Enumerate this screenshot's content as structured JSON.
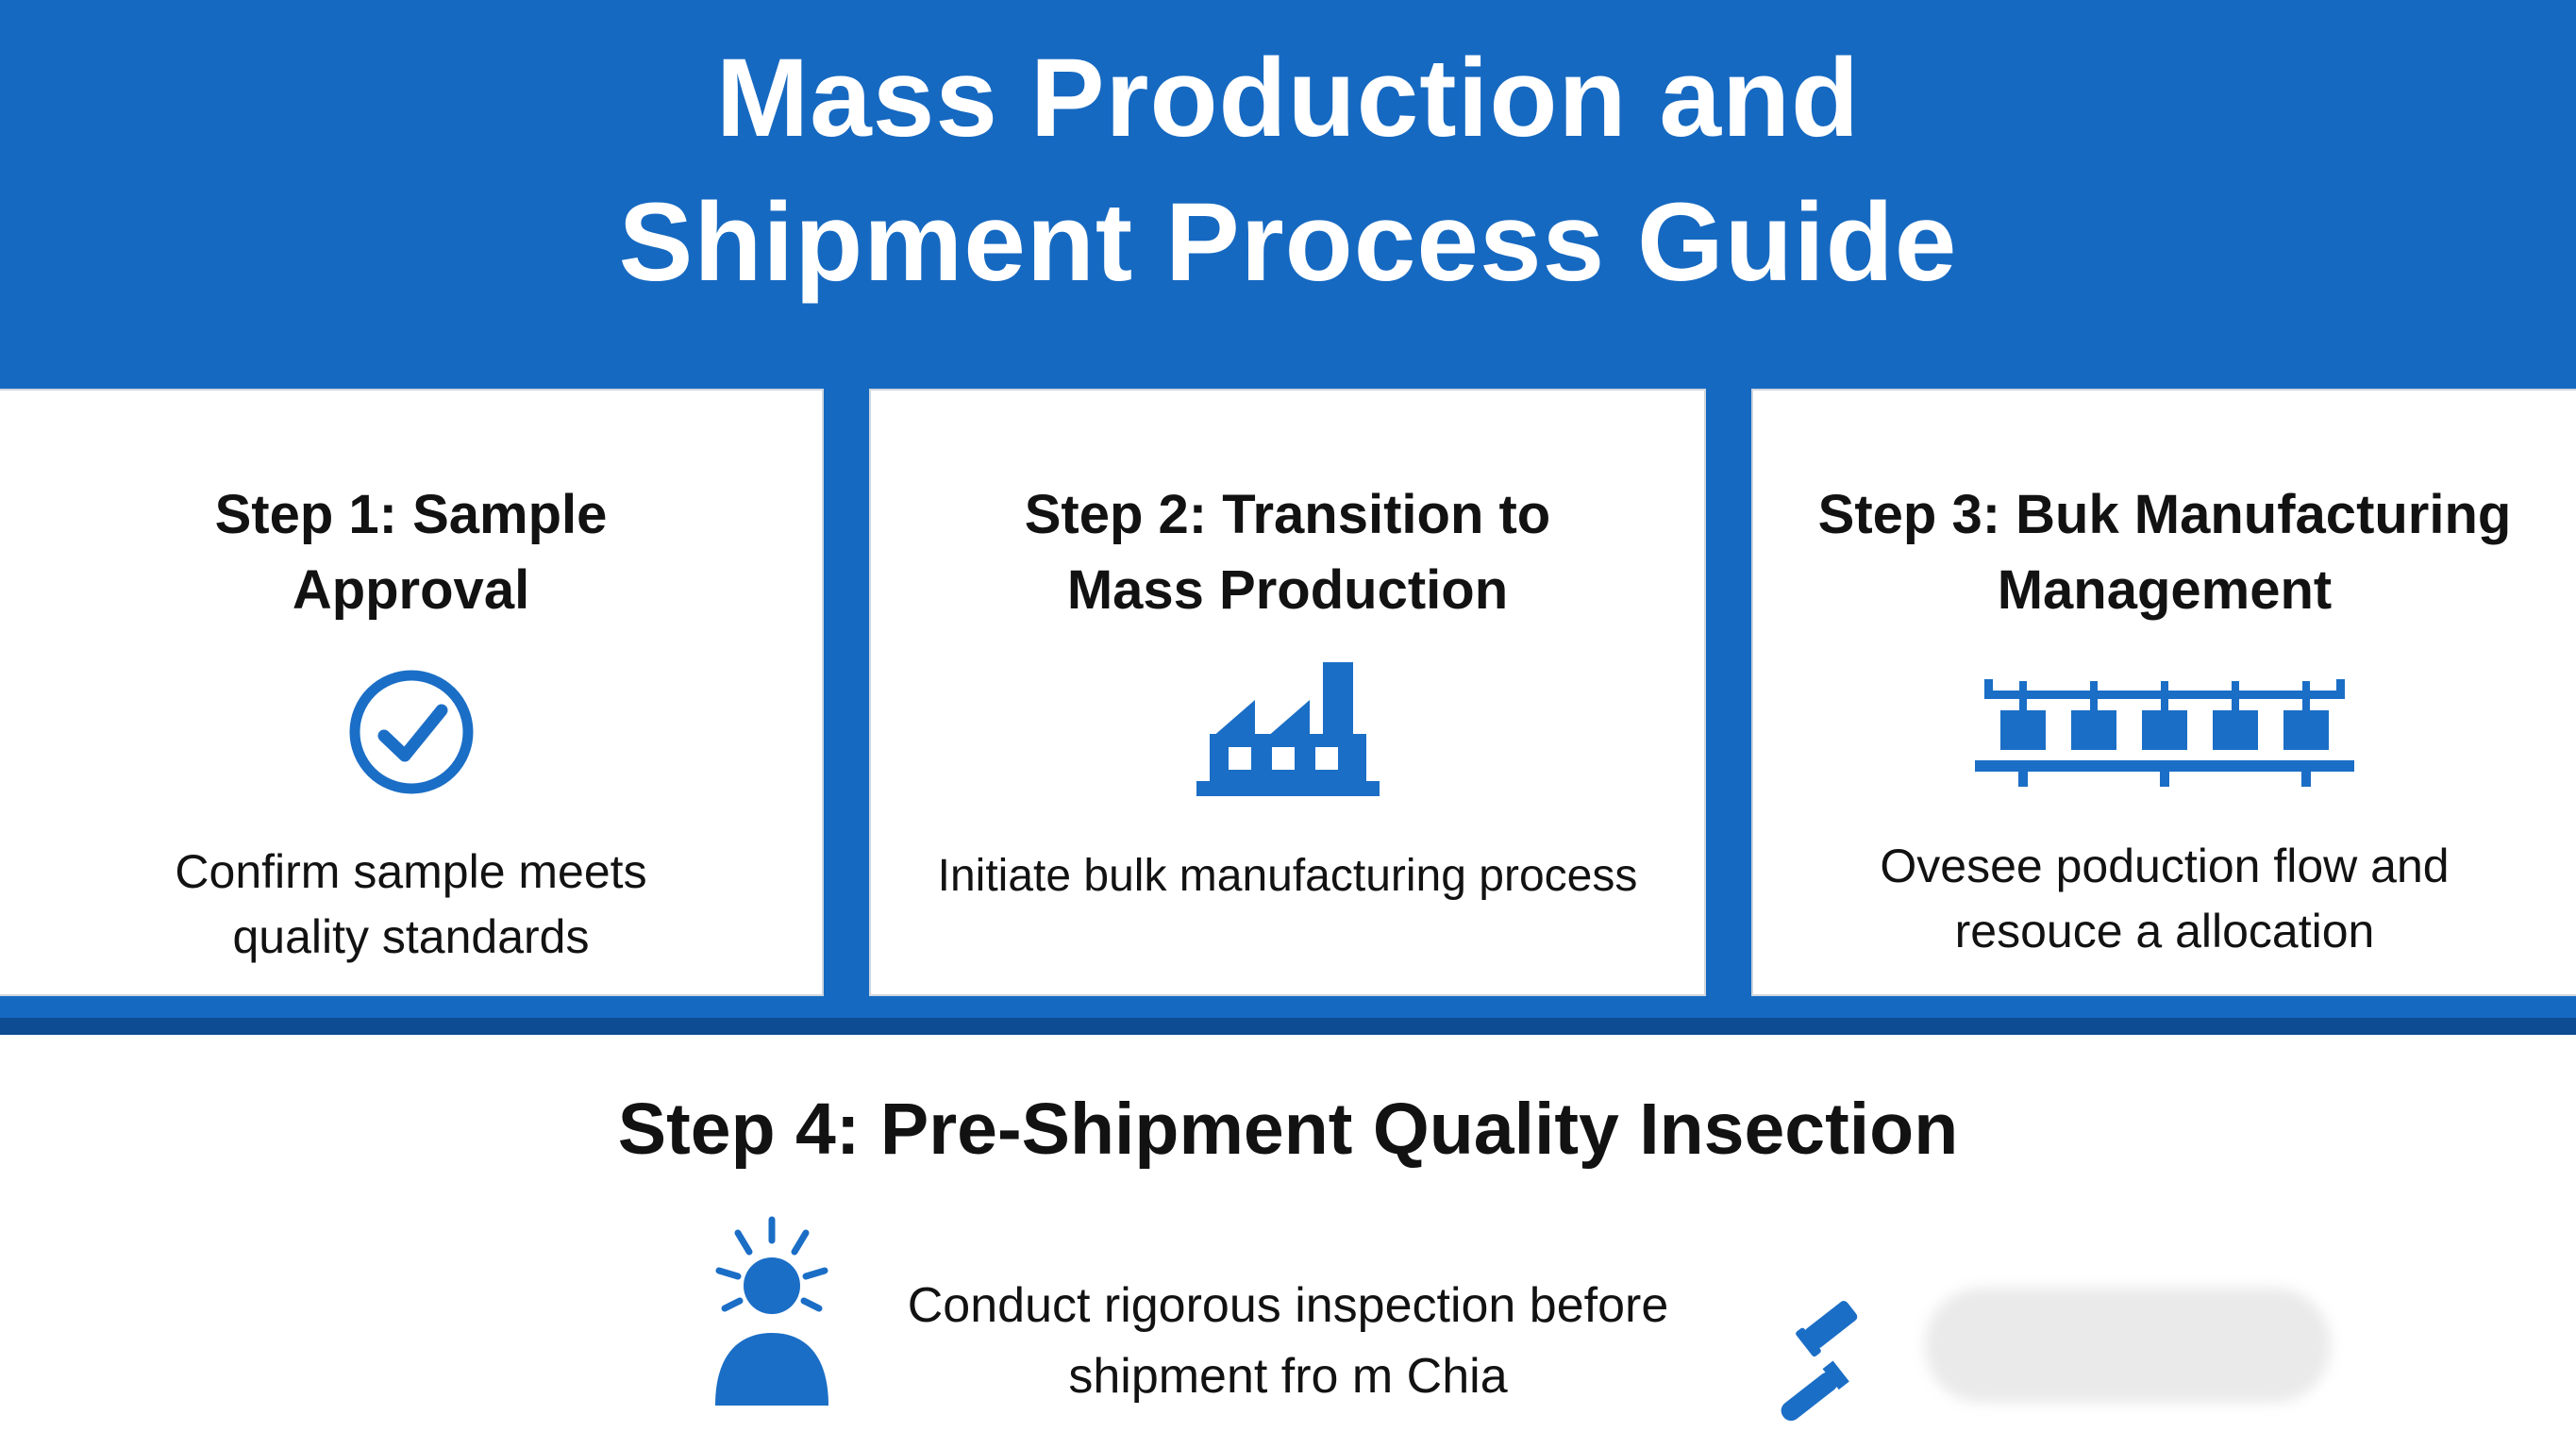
{
  "colors": {
    "background_blue": "#1669c1",
    "icon_blue": "#1b6ec6",
    "divider_dark_blue": "#0d4c92",
    "card_white": "#ffffff",
    "text_dark": "#121212"
  },
  "header": {
    "title_line1": "Mass Production and",
    "title_line2": "Shipment Process Guide"
  },
  "steps": [
    {
      "title": "Step 1: Sample Approval",
      "icon": "check-circle-icon",
      "description": "Confirm sample meets quality standards"
    },
    {
      "title": "Step 2: Transition to Mass Production",
      "icon": "factory-icon",
      "description": "Initiate bulk manufacturing process"
    },
    {
      "title": "Step 3: Buk Manufacturing Management",
      "icon": "conveyor-icon",
      "description": "Ovesee poduction flow and resouce a allocation"
    }
  ],
  "step4": {
    "title": "Step 4: Pre-Shipment Quality Insection",
    "description_line1": "Conduct rigorous inspection before",
    "description_line2": "shipment fro m Chia",
    "icons": [
      "person-inspector-icon",
      "inspection-tool-icon"
    ]
  }
}
